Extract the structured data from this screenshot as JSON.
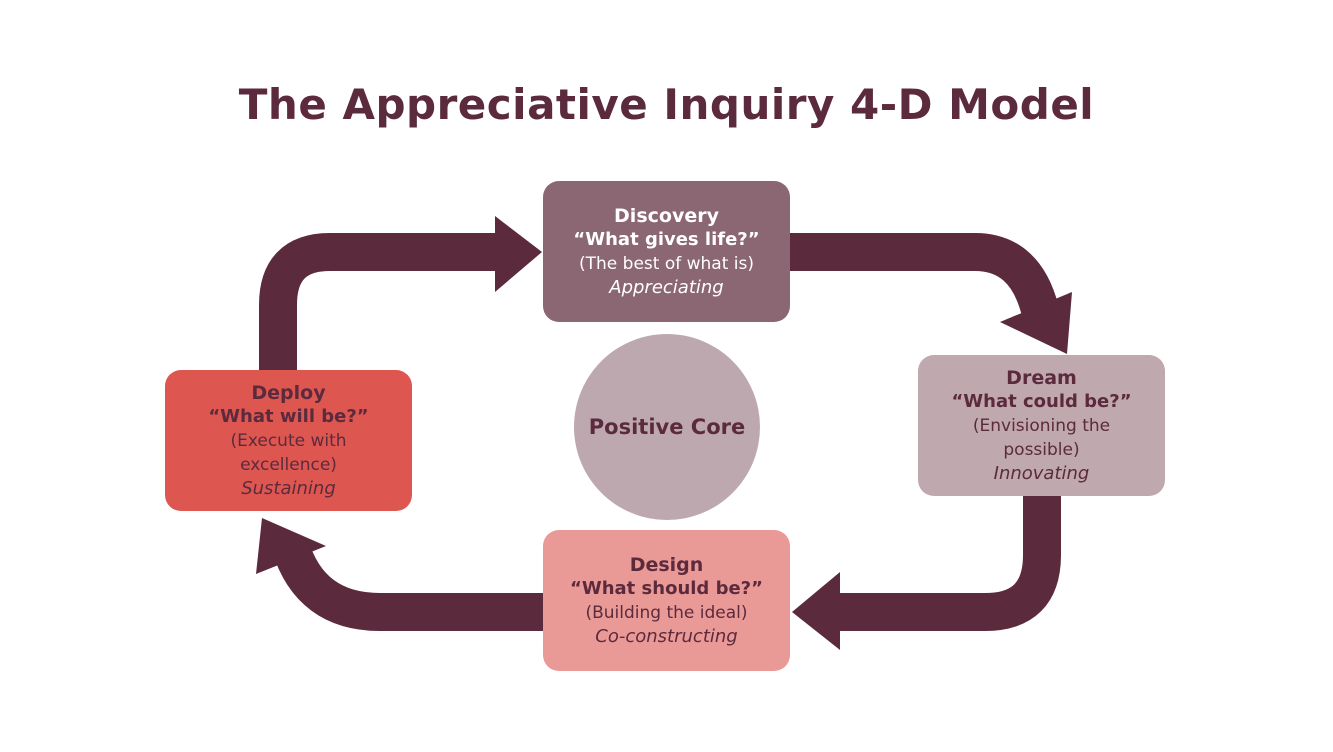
{
  "title": "The Appreciative Inquiry 4-D Model",
  "colors": {
    "arrow": "#5c2a3d",
    "discovery": "#8b6673",
    "dream": "#bfa8ae",
    "design": "#ea9a96",
    "deploy": "#de5650",
    "core": "#bea8b0"
  },
  "core": "Positive Core",
  "stages": {
    "discovery": {
      "name": "Discovery",
      "question": "“What gives life?”",
      "desc": "(The best of what is)",
      "action": "Appreciating"
    },
    "dream": {
      "name": "Dream",
      "question": "“What could be?”",
      "desc": "(Envisioning the possible)",
      "action": "Innovating"
    },
    "design": {
      "name": "Design",
      "question": "“What should be?”",
      "desc": "(Building the ideal)",
      "action": "Co-constructing"
    },
    "deploy": {
      "name": "Deploy",
      "question": "“What will be?”",
      "desc": "(Execute with excellence)",
      "action": "Sustaining"
    }
  }
}
